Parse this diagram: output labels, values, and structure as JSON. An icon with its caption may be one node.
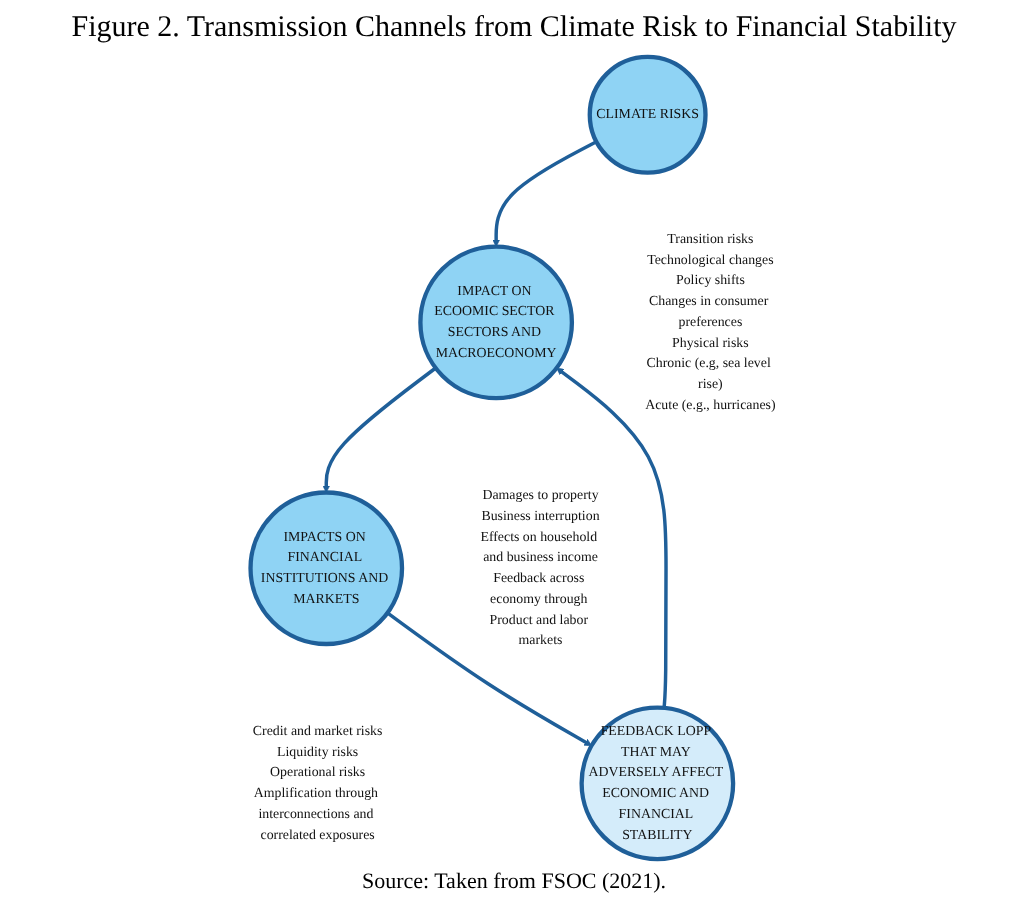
{
  "diagram": {
    "title": "Figure 2. Transmission Channels from Climate Risk to Financial Stability",
    "caption": "Source: Taken from FSOC (2021).",
    "nodes": [
      {
        "text": [
          "CLIMATE RISKS"
        ],
        "beside": [
          "Transition risks",
          "Technological changes",
          "Policy shifts",
          "Changes in consumer preferences",
          "Physical risks",
          "Chronic (e.g, sea level rise)",
          "Acute (e.g., hurricanes)"
        ]
      },
      {
        "text": [
          "IMPACT ON ECOOMIC SECTOR SECTORS AND MACROECONOMY"
        ],
        "beside": [
          "Damages to property",
          "Business interruption",
          "Effects on household and business income",
          "Feedback across economy through Product and labor markets"
        ]
      },
      {
        "text": [
          "IMPACTS ON FINANCIAL INSTITUTIONS AND MARKETS"
        ],
        "beside": [
          "Credit and market risks",
          "Liquidity risks",
          "Operational risks",
          "Amplification through interconnections and correlated exposures"
        ]
      },
      {
        "text": [
          "FEEDBACK LOPP THAT MAY ADVERSELY AFFECT ECONOMIC AND FINANCIAL STABILITY"
        ]
      }
    ],
    "edges": [
      {
        "from": 0,
        "to": 1,
        "arrow": "to"
      },
      {
        "from": 1,
        "to": 2,
        "arrow": "to"
      },
      {
        "from": 2,
        "to": 3,
        "arrow": "to"
      },
      {
        "from": 3,
        "to": 1,
        "arrow": "to"
      }
    ]
  }
}
